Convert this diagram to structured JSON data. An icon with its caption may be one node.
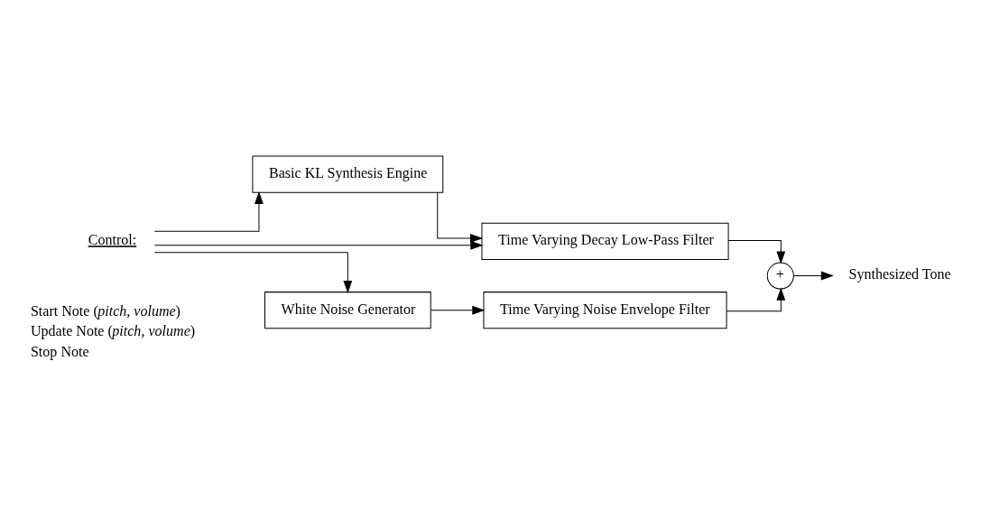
{
  "diagram": {
    "nodes": [
      {
        "text": [
          "Control:"
        ]
      },
      {
        "text": [
          "Basic KL Synthesis Engine"
        ]
      },
      {
        "text": [
          "Time Varying Decay Low-Pass Filter"
        ]
      },
      {
        "text": [
          "White Noise Generator"
        ]
      },
      {
        "text": [
          "Time Varying Noise Envelope Filter"
        ]
      },
      {
        "text": [
          "+"
        ]
      },
      {
        "text": [
          "Synthesized Tone"
        ]
      }
    ],
    "edges": [
      {
        "from": 0,
        "to": 2,
        "arrow": "to"
      },
      {
        "from": 0,
        "to": 1,
        "arrow": "to"
      },
      {
        "from": 0,
        "to": 3,
        "arrow": "to"
      },
      {
        "from": 1,
        "to": 2,
        "arrow": "to"
      },
      {
        "from": 3,
        "to": 4,
        "arrow": "to"
      },
      {
        "from": 2,
        "to": 5,
        "arrow": "to"
      },
      {
        "from": 4,
        "to": 5,
        "arrow": "to"
      },
      {
        "from": 5,
        "to": 6,
        "arrow": "to"
      }
    ],
    "labels": [
      "Start Note (*pitch, volume*)",
      "Update Note (*pitch, volume*)",
      "Stop Note"
    ]
  }
}
